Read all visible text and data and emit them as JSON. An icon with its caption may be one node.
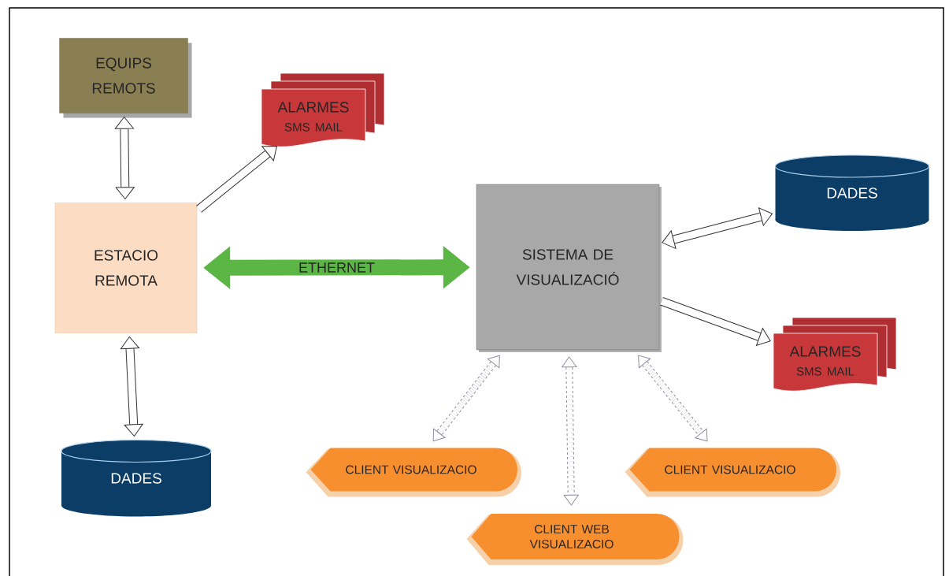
{
  "diagram": {
    "nodes": [
      {
        "text": [
          "EQUIPS REMOTS"
        ]
      },
      {
        "text": [
          "ALARMES",
          "SMS MAIL"
        ]
      },
      {
        "text": [
          "ESTACIO REMOTA"
        ]
      },
      {
        "text": [
          "SISTEMA DE VISUALIZACIÓ"
        ]
      },
      {
        "text": [
          "DADES"
        ]
      },
      {
        "text": [
          "ALARMES",
          "SMS MAIL"
        ]
      },
      {
        "text": [
          "DADES"
        ]
      },
      {
        "text": [
          "CLIENT VISUALIZACIO"
        ]
      },
      {
        "text": [
          "CLIENT VISUALIZACIO"
        ]
      },
      {
        "text": [
          "CLIENT WEB VISUALIZACIO"
        ]
      }
    ],
    "edges": [
      {
        "from": 0,
        "to": 2,
        "arrow": "both"
      },
      {
        "from": 2,
        "to": 1,
        "arrow": "to"
      },
      {
        "from": 2,
        "to": 3,
        "arrow": "both",
        "label": "ETHERNET",
        "style": "thick",
        "color": "#5cb646"
      },
      {
        "from": 2,
        "to": 6,
        "arrow": "both"
      },
      {
        "from": 3,
        "to": 4,
        "arrow": "both"
      },
      {
        "from": 3,
        "to": 5,
        "arrow": "to"
      },
      {
        "from": 3,
        "to": 7,
        "arrow": "both",
        "style": "dashed",
        "color": "#8c8ca0"
      },
      {
        "from": 3,
        "to": 9,
        "arrow": "both",
        "style": "dashed",
        "color": "#8c8ca0"
      },
      {
        "from": 3,
        "to": 8,
        "arrow": "both",
        "style": "dashed",
        "color": "#8c8ca0"
      }
    ]
  }
}
